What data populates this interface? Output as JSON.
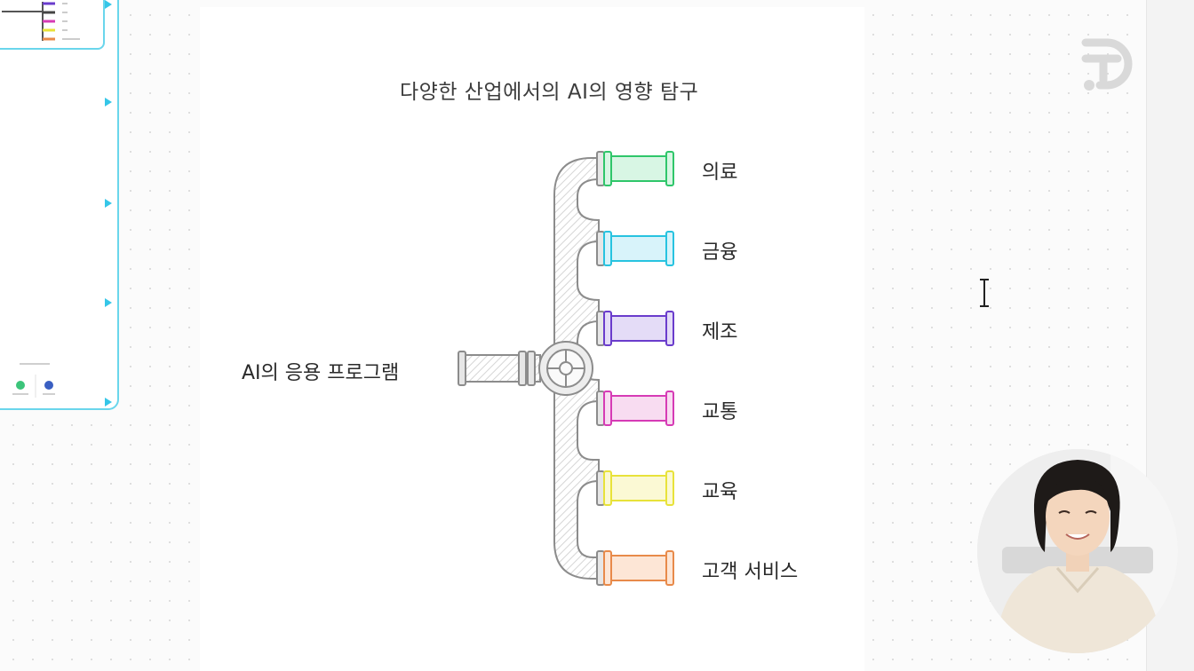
{
  "diagram": {
    "title": "다양한 산업에서의 AI의 영향 탐구",
    "source_label": "AI의 응용 프로그램",
    "branches": [
      {
        "label": "의료",
        "color": "#2fc66a",
        "fill": "#d8f6e4"
      },
      {
        "label": "금융",
        "color": "#27c3e0",
        "fill": "#d8f3fa"
      },
      {
        "label": "제조",
        "color": "#6a3ccc",
        "fill": "#e4dcf7"
      },
      {
        "label": "교통",
        "color": "#d63bb5",
        "fill": "#f8dcf1"
      },
      {
        "label": "교육",
        "color": "#e8e23a",
        "fill": "#fbf9d4"
      },
      {
        "label": "고객 서비스",
        "color": "#e88a4a",
        "fill": "#fde6d6"
      }
    ]
  },
  "icons": {
    "logo": "brand-logo-icon",
    "cursor": "text-cursor-icon",
    "expand": "expand-triangle-icon"
  }
}
